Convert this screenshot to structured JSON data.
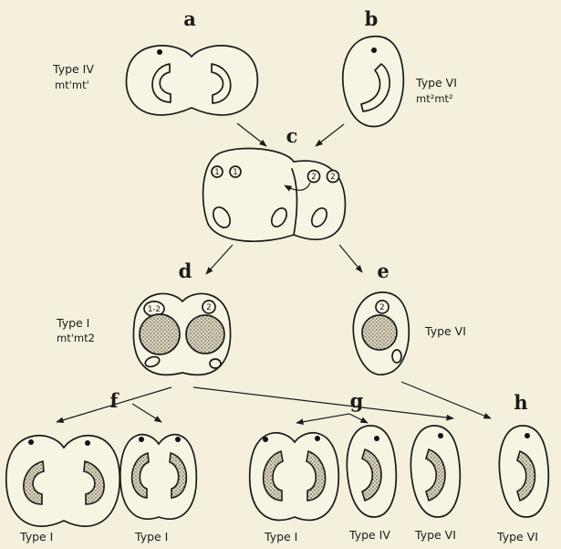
{
  "labels": {
    "a": "a",
    "b": "b",
    "c": "c",
    "d": "d",
    "e": "e",
    "f": "f",
    "g": "g",
    "h": "h"
  },
  "a": {
    "type": "Type IV",
    "mating": "mt'mt'"
  },
  "b": {
    "type": "Type VI",
    "mating": "mt²mt²"
  },
  "c": {
    "nuclei": [
      "1",
      "1",
      "2",
      "2"
    ]
  },
  "d": {
    "type": "Type I",
    "mating": "mt'mt2",
    "nuclei": [
      "1-2",
      "2"
    ]
  },
  "e": {
    "type": "Type VI",
    "nuclei": [
      "2"
    ]
  },
  "bottom_types": [
    "Type I",
    "Type I",
    "Type I",
    "Type IV",
    "Type VI",
    "Type VI"
  ],
  "colors": {
    "background": "#f4f0dc",
    "ink": "#1b1b1b",
    "stipple": "#cfc8ad"
  }
}
